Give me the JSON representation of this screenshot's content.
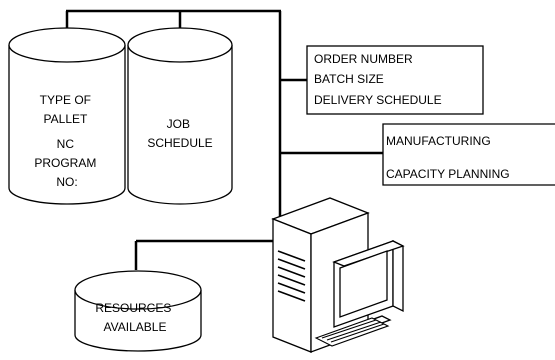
{
  "databases": {
    "pallet_db": {
      "lines": [
        "TYPE OF",
        "PALLET",
        "NC",
        "PROGRAM",
        "NO:"
      ]
    },
    "schedule_db": {
      "lines": [
        "JOB",
        "SCHEDULE"
      ]
    },
    "resources_db": {
      "lines": [
        "RESOURCES",
        "AVAILABLE"
      ]
    }
  },
  "boxes": {
    "order_box": {
      "lines": [
        "ORDER NUMBER",
        "BATCH SIZE",
        "DELIVERY SCHEDULE"
      ]
    },
    "manufacturing_box": {
      "lines": [
        "MANUFACTURING",
        "CAPACITY PLANNING"
      ]
    }
  },
  "computer": {
    "icon": "computer-tower-icon",
    "monitor_icon": "monitor-icon"
  },
  "colors": {
    "stroke": "#000000",
    "background": "#ffffff"
  }
}
